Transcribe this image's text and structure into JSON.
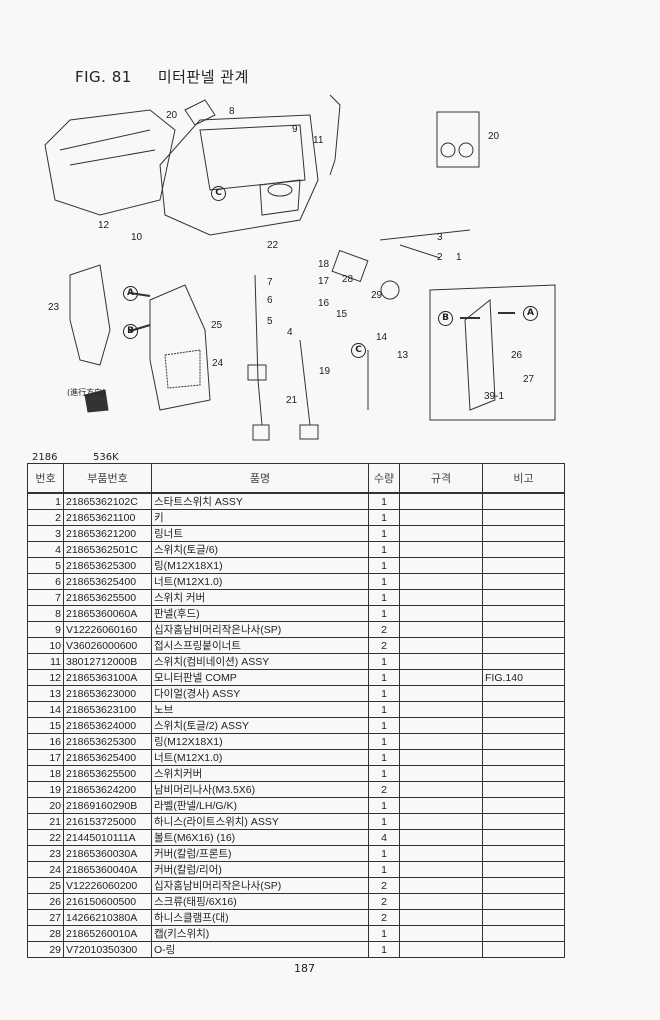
{
  "figure": {
    "number": "FIG. 81",
    "title": "미터판넬 관계"
  },
  "diagram": {
    "direction_label": "(進行方向)",
    "callouts": [
      "20",
      "8",
      "9",
      "11",
      "20",
      "12",
      "10",
      "22",
      "3",
      "2",
      "1",
      "18",
      "17",
      "16",
      "28",
      "29",
      "7",
      "6",
      "5",
      "4",
      "15",
      "14",
      "13",
      "23",
      "25",
      "24",
      "19",
      "21",
      "26",
      "27",
      "39-1"
    ],
    "circled_letters": [
      "A",
      "B",
      "C",
      "C",
      "B",
      "A"
    ]
  },
  "codes": {
    "left": "2186",
    "right": "536K"
  },
  "table": {
    "headers": [
      "번호",
      "부품번호",
      "품명",
      "수량",
      "규격",
      "비고"
    ],
    "rows": [
      {
        "no": "1",
        "part": "21865362102C",
        "name": "스타트스위치 ASSY",
        "qty": "1",
        "spec": "",
        "remark": ""
      },
      {
        "no": "2",
        "part": "218653621100",
        "name": "키",
        "qty": "1",
        "spec": "",
        "remark": ""
      },
      {
        "no": "3",
        "part": "218653621200",
        "name": "링너트",
        "qty": "1",
        "spec": "",
        "remark": ""
      },
      {
        "no": "4",
        "part": "21865362501C",
        "name": "스위치(토글/6)",
        "qty": "1",
        "spec": "",
        "remark": ""
      },
      {
        "no": "5",
        "part": "218653625300",
        "name": "링(M12X18X1)",
        "qty": "1",
        "spec": "",
        "remark": ""
      },
      {
        "no": "6",
        "part": "218653625400",
        "name": "너트(M12X1.0)",
        "qty": "1",
        "spec": "",
        "remark": ""
      },
      {
        "no": "7",
        "part": "218653625500",
        "name": "스위치 커버",
        "qty": "1",
        "spec": "",
        "remark": ""
      },
      {
        "no": "8",
        "part": "21865360060A",
        "name": "판넬(후드)",
        "qty": "1",
        "spec": "",
        "remark": ""
      },
      {
        "no": "9",
        "part": "V12226060160",
        "name": "십자홈남비머리작은나사(SP)",
        "qty": "2",
        "spec": "",
        "remark": ""
      },
      {
        "no": "10",
        "part": "V36026000600",
        "name": "접시스프링붙이너트",
        "qty": "2",
        "spec": "",
        "remark": ""
      },
      {
        "no": "11",
        "part": "38012712000B",
        "name": "스위치(컴비네이션) ASSY",
        "qty": "1",
        "spec": "",
        "remark": ""
      },
      {
        "no": "12",
        "part": "21865363100A",
        "name": "모니터판넬 COMP",
        "qty": "1",
        "spec": "",
        "remark": "FIG.140"
      },
      {
        "no": "13",
        "part": "218653623000",
        "name": "다이얼(경사) ASSY",
        "qty": "1",
        "spec": "",
        "remark": ""
      },
      {
        "no": "14",
        "part": "218653623100",
        "name": "노브",
        "qty": "1",
        "spec": "",
        "remark": ""
      },
      {
        "no": "15",
        "part": "218653624000",
        "name": "스위치(토글/2) ASSY",
        "qty": "1",
        "spec": "",
        "remark": ""
      },
      {
        "no": "16",
        "part": "218653625300",
        "name": "링(M12X18X1)",
        "qty": "1",
        "spec": "",
        "remark": ""
      },
      {
        "no": "17",
        "part": "218653625400",
        "name": "너트(M12X1.0)",
        "qty": "1",
        "spec": "",
        "remark": ""
      },
      {
        "no": "18",
        "part": "218653625500",
        "name": "스위치커버",
        "qty": "1",
        "spec": "",
        "remark": ""
      },
      {
        "no": "19",
        "part": "218653624200",
        "name": "남비머리나사(M3.5X6)",
        "qty": "2",
        "spec": "",
        "remark": ""
      },
      {
        "no": "20",
        "part": "21869160290B",
        "name": "라벨(판넬/LH/G/K)",
        "qty": "1",
        "spec": "",
        "remark": ""
      },
      {
        "no": "21",
        "part": "216153725000",
        "name": "하니스(라이트스위치) ASSY",
        "qty": "1",
        "spec": "",
        "remark": ""
      },
      {
        "no": "22",
        "part": "21445010111A",
        "name": "볼트(M6X16) (16)",
        "qty": "4",
        "spec": "",
        "remark": ""
      },
      {
        "no": "23",
        "part": "21865360030A",
        "name": "커버(칼럼/프론트)",
        "qty": "1",
        "spec": "",
        "remark": ""
      },
      {
        "no": "24",
        "part": "21865360040A",
        "name": "커버(칼럼/리어)",
        "qty": "1",
        "spec": "",
        "remark": ""
      },
      {
        "no": "25",
        "part": "V12226060200",
        "name": "십자홈남비머리작은나사(SP)",
        "qty": "2",
        "spec": "",
        "remark": ""
      },
      {
        "no": "26",
        "part": "216150600500",
        "name": "스크류(태핑/6X16)",
        "qty": "2",
        "spec": "",
        "remark": ""
      },
      {
        "no": "27",
        "part": "14266210380A",
        "name": "하니스클램프(대)",
        "qty": "2",
        "spec": "",
        "remark": ""
      },
      {
        "no": "28",
        "part": "21865260010A",
        "name": "캡(키스위치)",
        "qty": "1",
        "spec": "",
        "remark": ""
      },
      {
        "no": "29",
        "part": "V72010350300",
        "name": "O-링",
        "qty": "1",
        "spec": "",
        "remark": ""
      }
    ]
  },
  "page_number": "187"
}
